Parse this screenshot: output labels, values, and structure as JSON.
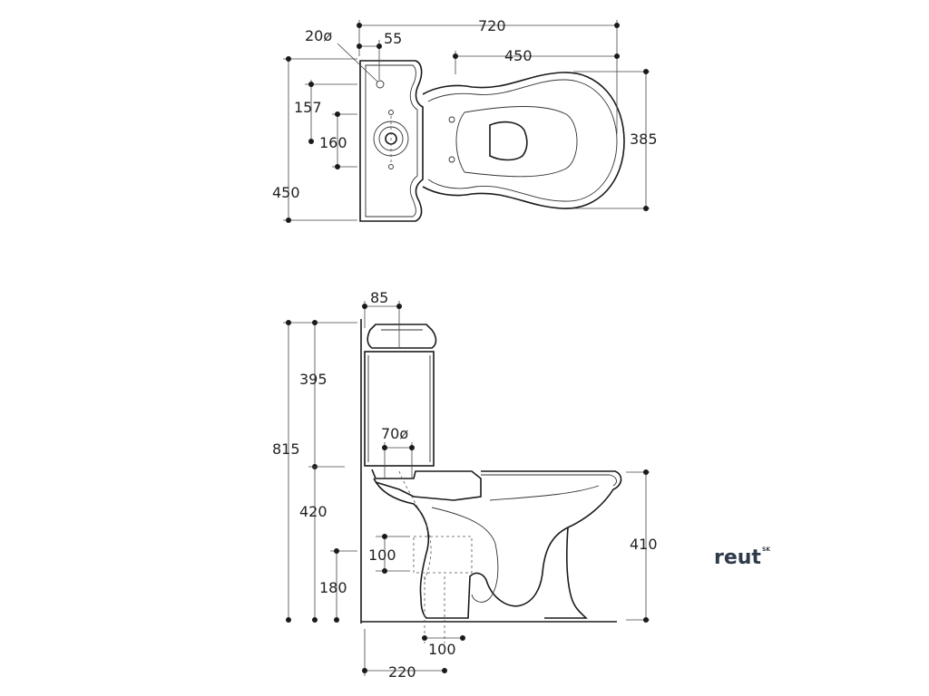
{
  "top_view": {
    "width_total": "720",
    "bowl_length": "450",
    "inlet_diameter": "20ø",
    "inlet_offset": "55",
    "height_157": "157",
    "height_160": "160",
    "depth_total": "450",
    "bowl_width": "385"
  },
  "side_view": {
    "tank_lid": "85",
    "tank_height": "395",
    "total_height": "815",
    "lower_height": "420",
    "flush_pipe_diameter": "70ø",
    "outlet_height": "100",
    "floor_to_outlet": "180",
    "rim_height": "410",
    "outlet_width": "100",
    "wall_to_outlet": "220"
  },
  "brand": {
    "logo": "reut",
    "logo_suffix": "SK"
  }
}
